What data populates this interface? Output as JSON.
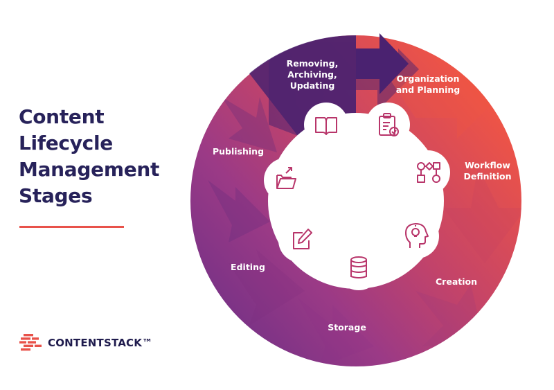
{
  "title": {
    "lines": [
      "Content",
      "Lifecycle",
      "Management",
      "Stages"
    ]
  },
  "brand": {
    "name": "CONTENTSTACK™",
    "accent_color": "#e8524a",
    "dark_color": "#27225a"
  },
  "diagram": {
    "stages": [
      {
        "lines": [
          "Removing,",
          "Archiving,",
          "Updating"
        ],
        "icon": "book-icon"
      },
      {
        "lines": [
          "Organization",
          "and Planning"
        ],
        "icon": "clipboard-check-icon"
      },
      {
        "lines": [
          "Workflow",
          "Definition"
        ],
        "icon": "workflow-icon"
      },
      {
        "lines": [
          "Creation"
        ],
        "icon": "head-lightbulb-icon"
      },
      {
        "lines": [
          "Storage"
        ],
        "icon": "database-icon"
      },
      {
        "lines": [
          "Editing"
        ],
        "icon": "edit-icon"
      },
      {
        "lines": [
          "Publishing"
        ],
        "icon": "folder-upload-icon"
      }
    ],
    "colors": {
      "coral": "#ee5446",
      "magenta": "#a03a84",
      "purple": "#5a2a7c",
      "dark_purple": "#46216e",
      "icon_stroke": "#b8356a"
    }
  }
}
